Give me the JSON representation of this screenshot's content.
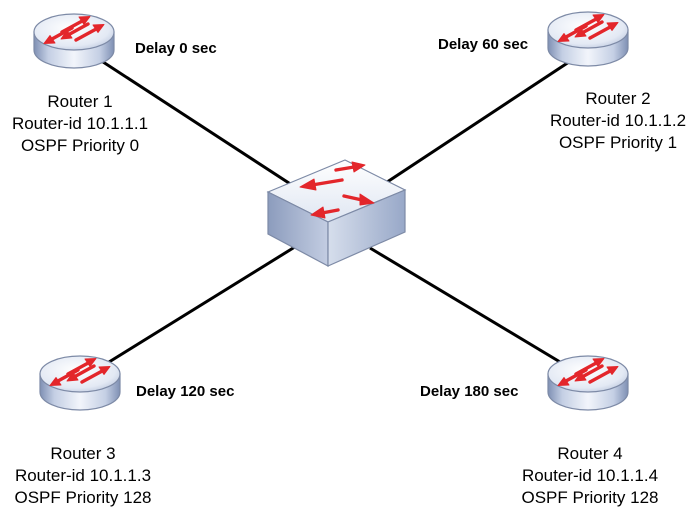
{
  "colors": {
    "device_fill_light": "#e6ecf6",
    "device_fill_dark": "#9aa9c6",
    "device_outline": "#7d8aa6",
    "arrow": "#e3262b",
    "link": "#000000"
  },
  "switch": {
    "icon": "switch-icon"
  },
  "routers": [
    {
      "name": "Router 1",
      "router_id": "Router-id 10.1.1.1",
      "priority": "OSPF Priority 0",
      "delay": "Delay 0 sec",
      "icon": "router-icon"
    },
    {
      "name": "Router 2",
      "router_id": "Router-id 10.1.1.2",
      "priority": "OSPF Priority 1",
      "delay": "Delay 60 sec",
      "icon": "router-icon"
    },
    {
      "name": "Router 3",
      "router_id": "Router-id 10.1.1.3",
      "priority": "OSPF Priority 128",
      "delay": "Delay 120 sec",
      "icon": "router-icon"
    },
    {
      "name": "Router 4",
      "router_id": "Router-id 10.1.1.4",
      "priority": "OSPF Priority 128",
      "delay": "Delay 180 sec",
      "icon": "router-icon"
    }
  ]
}
